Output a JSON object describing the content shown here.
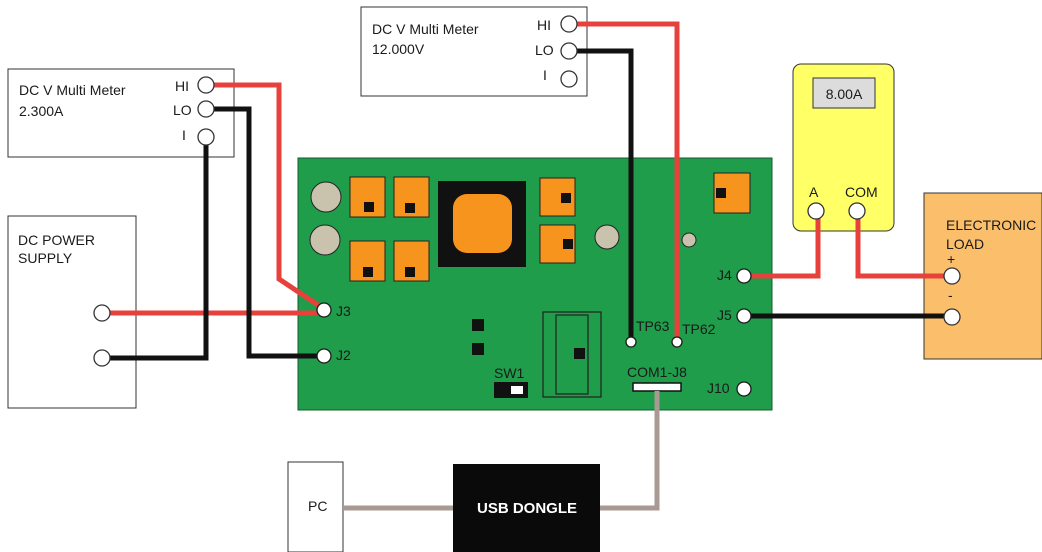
{
  "meter_top": {
    "title": "DC V Multi Meter",
    "reading": "12.000V",
    "hi_label": "HI",
    "lo_label": "LO",
    "i_label": "I"
  },
  "meter_left": {
    "title": "DC V Multi Meter",
    "reading": "2.300A",
    "hi_label": "HI",
    "lo_label": "LO",
    "i_label": "I"
  },
  "power_supply": {
    "title_line1": "DC POWER",
    "title_line2": "SUPPLY"
  },
  "ammeter": {
    "display": "8.00A",
    "a_label": "A",
    "com_label": "COM"
  },
  "electronic_load": {
    "title_line1": "ELECTRONIC",
    "title_line2": "LOAD",
    "plus_label": "+",
    "minus_label": "-"
  },
  "board": {
    "j3": "J3",
    "j2": "J2",
    "j4": "J4",
    "j5": "J5",
    "j10": "J10",
    "tp63": "TP63",
    "tp62": "TP62",
    "sw1": "SW1",
    "com": "COM1-J8"
  },
  "pc": {
    "label": "PC"
  },
  "dongle": {
    "label": "USB DONGLE"
  },
  "colors": {
    "board_green": "#1f9d4b",
    "component_orange": "#f7941d",
    "wire_red": "#e8413c",
    "wire_black": "#111111",
    "wire_tan": "#a89a92",
    "ammeter_yellow": "#ffff66",
    "load_orange": "#fbbf6b"
  }
}
